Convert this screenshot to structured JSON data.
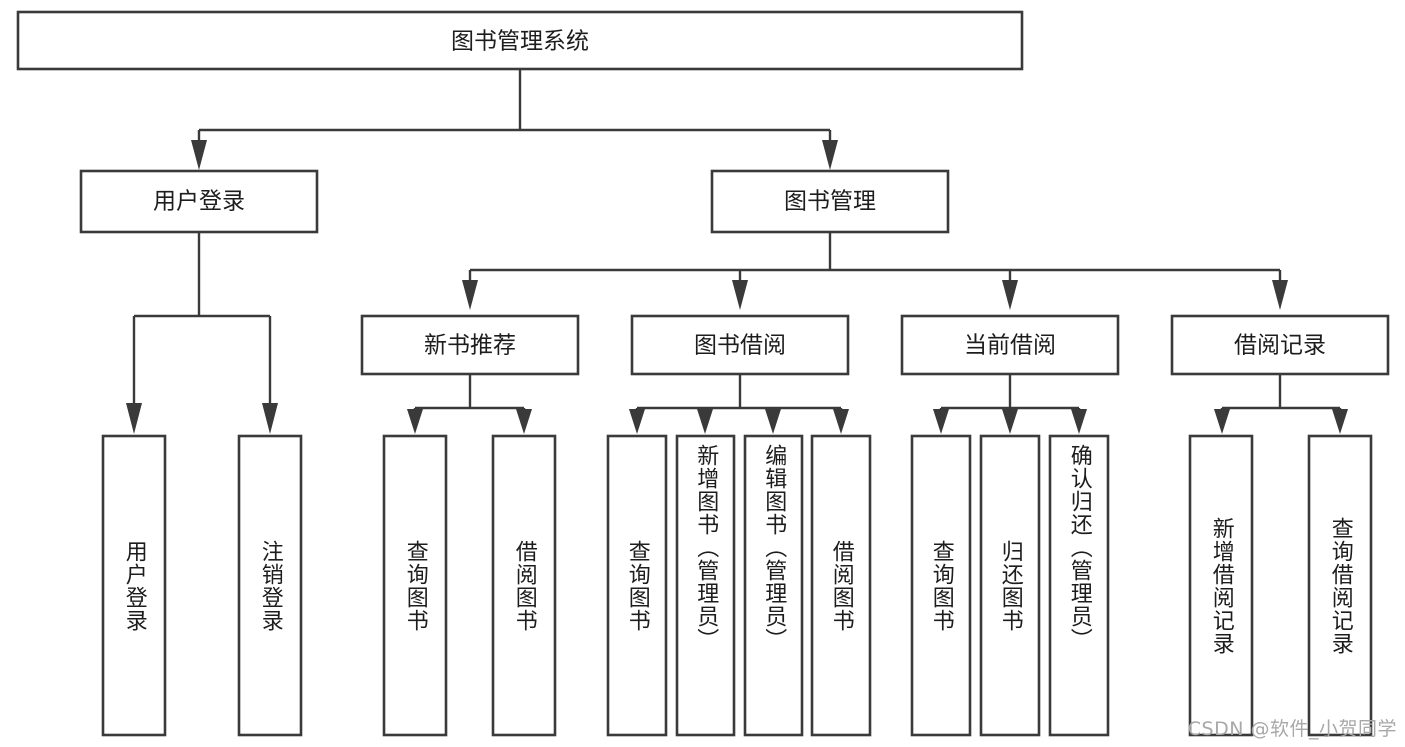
{
  "diagram": {
    "title": "图书管理系统",
    "watermark": "CSDN @软件_小贺同学",
    "type": "tree-hierarchy-diagram",
    "orientation": "top-down",
    "box_fill": "#ffffff",
    "box_stroke": "#3a3a3a",
    "text_color": "#1d1d1d",
    "watermark_color": "#a8a8a8"
  },
  "nodes": {
    "root": {
      "label": "图书管理系统",
      "level": 0,
      "text_orientation": "horizontal"
    },
    "l1": [
      {
        "id": "user-login",
        "label": "用户登录",
        "level": 1,
        "text_orientation": "horizontal"
      },
      {
        "id": "book-manage",
        "label": "图书管理",
        "level": 1,
        "text_orientation": "horizontal"
      }
    ],
    "l2": [
      {
        "id": "new-book-rec",
        "label": "新书推荐",
        "level": 2,
        "parent": "book-manage",
        "text_orientation": "horizontal"
      },
      {
        "id": "book-borrow",
        "label": "图书借阅",
        "level": 2,
        "parent": "book-manage",
        "text_orientation": "horizontal"
      },
      {
        "id": "current-borrow",
        "label": "当前借阅",
        "level": 2,
        "parent": "book-manage",
        "text_orientation": "horizontal"
      },
      {
        "id": "borrow-record",
        "label": "借阅记录",
        "level": 2,
        "parent": "book-manage",
        "text_orientation": "horizontal"
      }
    ],
    "leaves": [
      {
        "id": "leaf-user-login",
        "label": "用户登录",
        "parent": "user-login",
        "text_orientation": "vertical"
      },
      {
        "id": "leaf-logout-login",
        "label": "注销登录",
        "parent": "user-login",
        "text_orientation": "vertical"
      },
      {
        "id": "leaf-query-book-1",
        "label": "查询图书",
        "parent": "new-book-rec",
        "text_orientation": "vertical"
      },
      {
        "id": "leaf-borrow-book-1",
        "label": "借阅图书",
        "parent": "new-book-rec",
        "text_orientation": "vertical"
      },
      {
        "id": "leaf-query-book-2",
        "label": "查询图书",
        "parent": "book-borrow",
        "text_orientation": "vertical"
      },
      {
        "id": "leaf-add-book",
        "label": "新增图书（管理员）",
        "parent": "book-borrow",
        "text_orientation": "vertical"
      },
      {
        "id": "leaf-edit-book",
        "label": "编辑图书（管理员）",
        "parent": "book-borrow",
        "text_orientation": "vertical"
      },
      {
        "id": "leaf-borrow-book-2",
        "label": "借阅图书",
        "parent": "book-borrow",
        "text_orientation": "vertical"
      },
      {
        "id": "leaf-query-book-3",
        "label": "查询图书",
        "parent": "current-borrow",
        "text_orientation": "vertical"
      },
      {
        "id": "leaf-return-book",
        "label": "归还图书",
        "parent": "current-borrow",
        "text_orientation": "vertical"
      },
      {
        "id": "leaf-confirm-return",
        "label": "确认归还（管理员）",
        "parent": "current-borrow",
        "text_orientation": "vertical"
      },
      {
        "id": "leaf-add-record",
        "label": "新增借阅记录",
        "parent": "borrow-record",
        "text_orientation": "vertical"
      },
      {
        "id": "leaf-query-record",
        "label": "查询借阅记录",
        "parent": "borrow-record",
        "text_orientation": "vertical"
      }
    ]
  }
}
